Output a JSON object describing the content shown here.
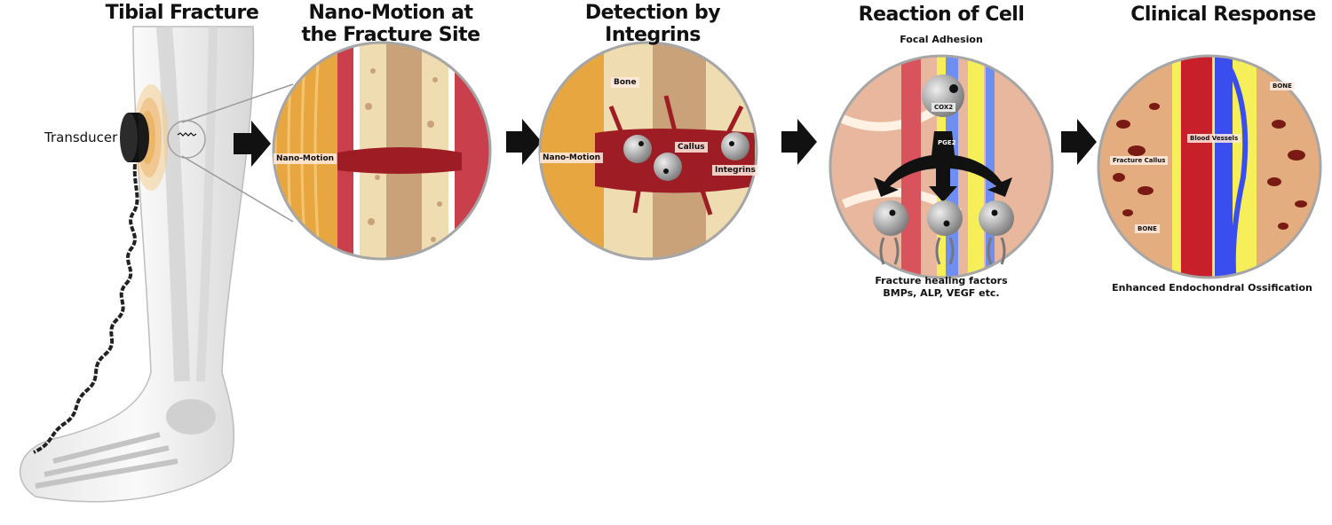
{
  "stages": [
    {
      "title": "Tibial Fracture"
    },
    {
      "title_line1": "Nano-Motion at",
      "title_line2": "the Fracture Site"
    },
    {
      "title_line1": "Detection by",
      "title_line2": "Integrins"
    },
    {
      "title": "Reaction of Cell",
      "subtitle": "Focal Adhesion"
    },
    {
      "title": "Clinical Response"
    }
  ],
  "labels": {
    "transducer": "Transducer",
    "nano_motion_1": "Nano-Motion",
    "nano_motion_2": "Nano-Motion",
    "bone": "Bone",
    "callus": "Callus",
    "integrins": "Integrins",
    "cox2": "COX2",
    "pge2": "PGE2",
    "healing_line1": "Fracture healing factors",
    "healing_line2": "BMPs, ALP, VEGF etc.",
    "bone_upper": "BONE",
    "blood_vessels": "Blood Vessels",
    "fracture_callus": "Fracture Callus",
    "bone_lower": "BONE",
    "ossification": "Enhanced Endochondral Ossification"
  },
  "colors": {
    "bone": "#efdcb0",
    "marrow": "#c9a27a",
    "callus": "#9e1c24",
    "muscle": "#c9404c",
    "wave": "#e8a640",
    "vein": "#4a5ef0",
    "artery": "#c8202a",
    "yellow": "#f7ef5a",
    "cell": "#a8a8a8"
  }
}
